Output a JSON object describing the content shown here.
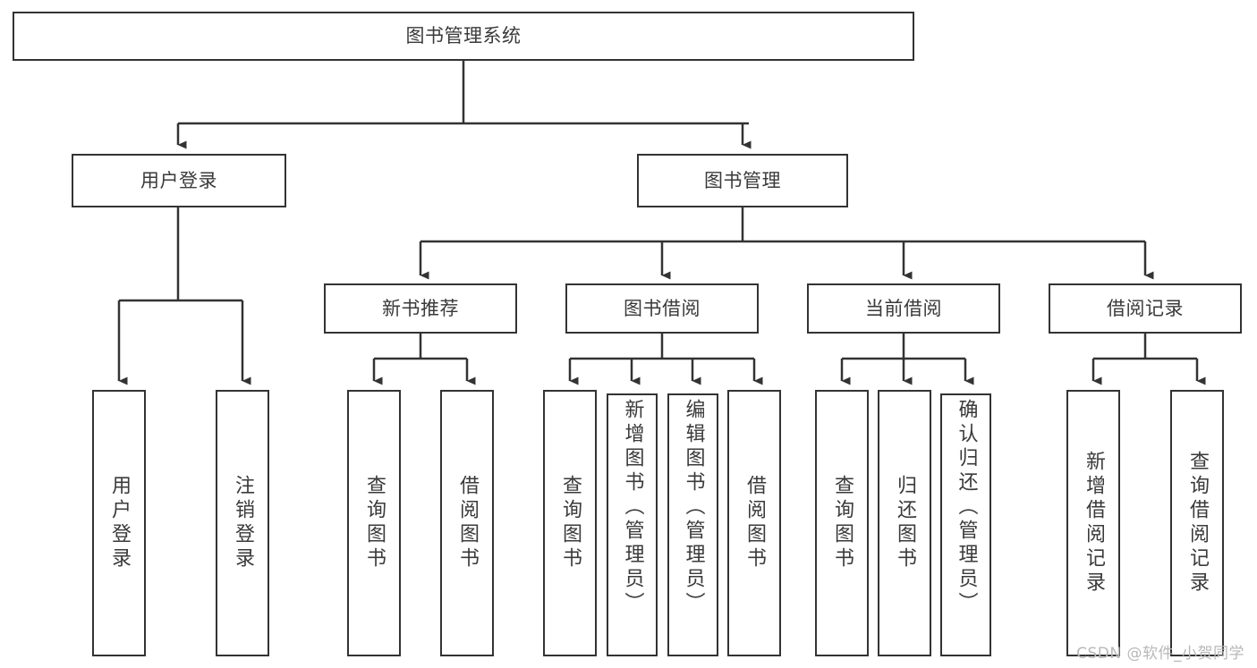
{
  "diagram": {
    "type": "tree-hierarchy",
    "title": "图书管理系统",
    "root": {
      "label": "图书管理系统"
    },
    "level2": [
      {
        "label": "用户登录"
      },
      {
        "label": "图书管理"
      }
    ],
    "level3": [
      {
        "label": "新书推荐",
        "parent": "图书管理"
      },
      {
        "label": "图书借阅",
        "parent": "图书管理"
      },
      {
        "label": "当前借阅",
        "parent": "图书管理"
      },
      {
        "label": "借阅记录",
        "parent": "图书管理"
      }
    ],
    "leaves": {
      "user_login": [
        {
          "label": "用户登录"
        },
        {
          "label": "注销登录"
        }
      ],
      "new_book_recommend": [
        {
          "label": "查询图书"
        },
        {
          "label": "借阅图书"
        }
      ],
      "book_borrow": [
        {
          "label": "查询图书"
        },
        {
          "label": "新增图书（管理员）"
        },
        {
          "label": "编辑图书（管理员）"
        },
        {
          "label": "借阅图书"
        }
      ],
      "current_borrow": [
        {
          "label": "查询图书"
        },
        {
          "label": "归还图书"
        },
        {
          "label": "确认归还（管理员）"
        }
      ],
      "borrow_record": [
        {
          "label": "新增借阅记录"
        },
        {
          "label": "查询借阅记录"
        }
      ]
    }
  },
  "watermark": {
    "text": "CSDN @软件_小贺同学"
  },
  "colors": {
    "stroke": "#333333",
    "text": "#3a3a3a",
    "background": "#ffffff",
    "watermark": "#b8b8b8"
  }
}
